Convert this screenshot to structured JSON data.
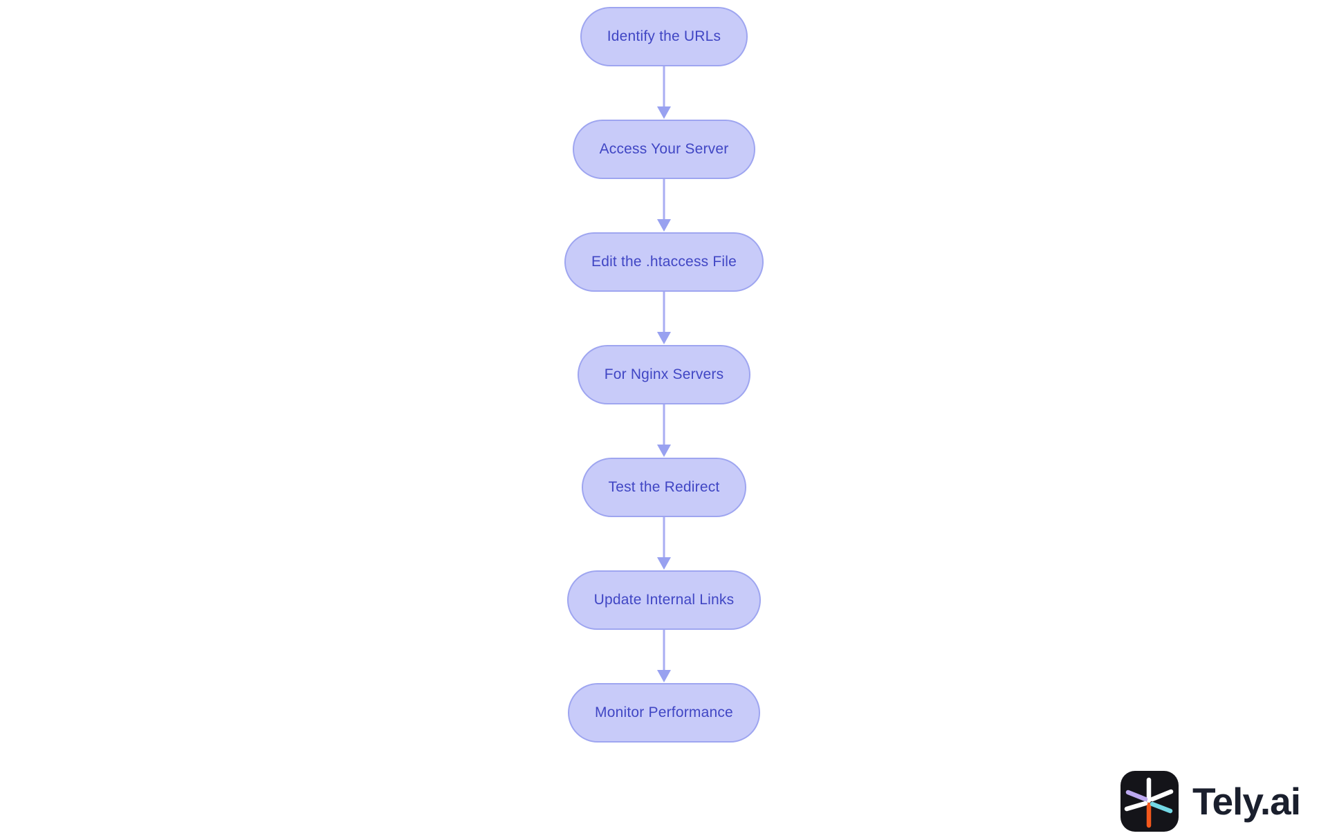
{
  "flowchart": {
    "nodes": [
      {
        "label": "Identify the URLs"
      },
      {
        "label": "Access Your Server"
      },
      {
        "label": "Edit the .htaccess File"
      },
      {
        "label": "For Nginx Servers"
      },
      {
        "label": "Test the Redirect"
      },
      {
        "label": "Update Internal Links"
      },
      {
        "label": "Monitor Performance"
      }
    ],
    "connector_style": "straight-down-arrow"
  },
  "branding": {
    "wordmark": "Tely.ai",
    "icon": "tely-asterisk-icon"
  },
  "colors": {
    "background": "#ffffff",
    "node_fill": "#c8cbf9",
    "node_border": "#9ea5f0",
    "node_text": "#4046c4",
    "arrow_line": "#a8adf3",
    "arrow_head": "#98a1f0",
    "logo_bg": "#141419",
    "logo_text": "#1a1f2d",
    "spoke_white": "#ffffff",
    "spoke_orange": "#f4581c",
    "spoke_lavender": "#bda9f1",
    "spoke_cyan": "#74d9e6"
  }
}
